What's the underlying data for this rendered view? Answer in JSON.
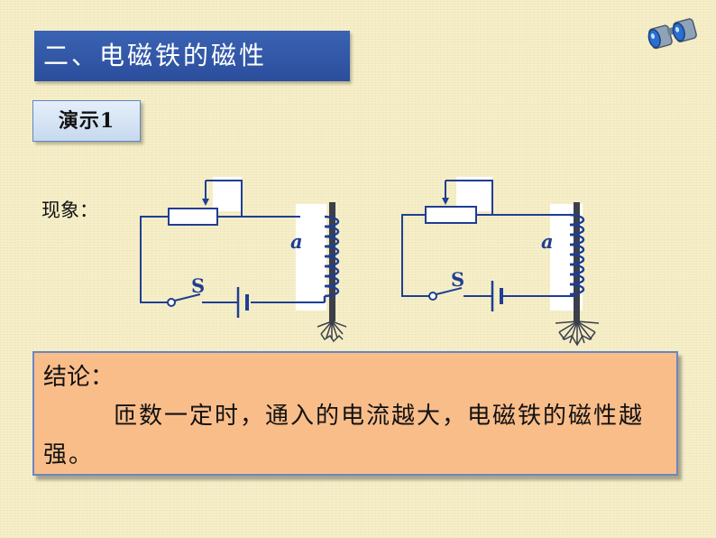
{
  "slide": {
    "title": "二、电磁铁的磁性",
    "demo_label": "演示1",
    "phenomenon_label": "现象：",
    "conclusion": {
      "label": "结论：",
      "text": "匝数一定时，通入的电流越大，电磁铁的磁性越强。"
    }
  },
  "circuits": [
    {
      "core_label": "a",
      "switch_label": "S"
    },
    {
      "core_label": "a",
      "switch_label": "S"
    }
  ],
  "icons": {
    "corner": "binoculars-icon"
  }
}
